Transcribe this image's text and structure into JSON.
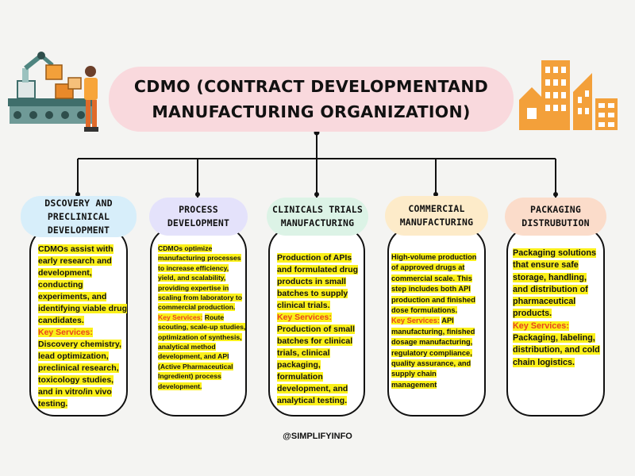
{
  "title": {
    "line1": "CDMO (CONTRACT DEVELOPMENTAND",
    "line2": "MANUFACTURING ORGANIZATION)"
  },
  "colors": {
    "title_bg": "#f9d9dd",
    "highlight": "#fbf01a",
    "key_label": "#e8461e",
    "building": "#f3a03a"
  },
  "columns": [
    {
      "id": "discovery",
      "header_lines": [
        "DSCOVERY AND",
        "PRECLINICAL",
        "DEVELOPMENT"
      ],
      "header_color": "#d7eefa",
      "description": "CDMOs assist with early research and development, conducting experiments, and identifying viable drug candidates.",
      "key_label": "Key Services:",
      "services": "Discovery chemistry, lead optimization, preclinical research, toxicology studies, and in vitro/in vivo testing."
    },
    {
      "id": "process",
      "header_lines": [
        "PROCESS",
        "DEVELOPMENT"
      ],
      "header_color": "#e4e2fb",
      "description": "CDMOs optimize manufacturing processes to increase efficiency, yield, and scalability, providing expertise in scaling from laboratory to commercial production.",
      "key_label": "Key Services:",
      "services": "Route scouting, scale-up studies, optimization of synthesis, analytical method development, and API (Active Pharmaceutical Ingredient) process development."
    },
    {
      "id": "clinical",
      "header_lines": [
        "CLINICALS TRIALS",
        "MANUFACTURING"
      ],
      "header_color": "#dcf3e6",
      "description": "Production of APIs and formulated drug products in small batches to supply clinical trials.",
      "key_label": "Key Services:",
      "services": "Production of small batches for clinical trials, clinical packaging, formulation development, and analytical testing."
    },
    {
      "id": "commercial",
      "header_lines": [
        "COMMERCIAL",
        "MANUFACTURING"
      ],
      "header_color": "#fdebc9",
      "description": "High-volume production of approved drugs at commercial scale. This step includes both API production and finished dose formulations.",
      "key_label": "Key Services:",
      "services": "API manufacturing, finished dosage manufacturing, regulatory compliance, quality assurance, and supply chain management"
    },
    {
      "id": "packaging",
      "header_lines": [
        "PACKAGING",
        "DISTRUBUTION"
      ],
      "header_color": "#fbdcca",
      "description": "Packaging solutions that ensure safe storage, handling, and distribution of pharmaceutical products.",
      "key_label": "Key Services:",
      "services": "Packaging, labeling, distribution, and cold chain logistics."
    }
  ],
  "footer": "@SIMPLIFYINFO",
  "illustrations": {
    "left": "factory-robot-worker-icon",
    "right": "city-buildings-icon"
  }
}
